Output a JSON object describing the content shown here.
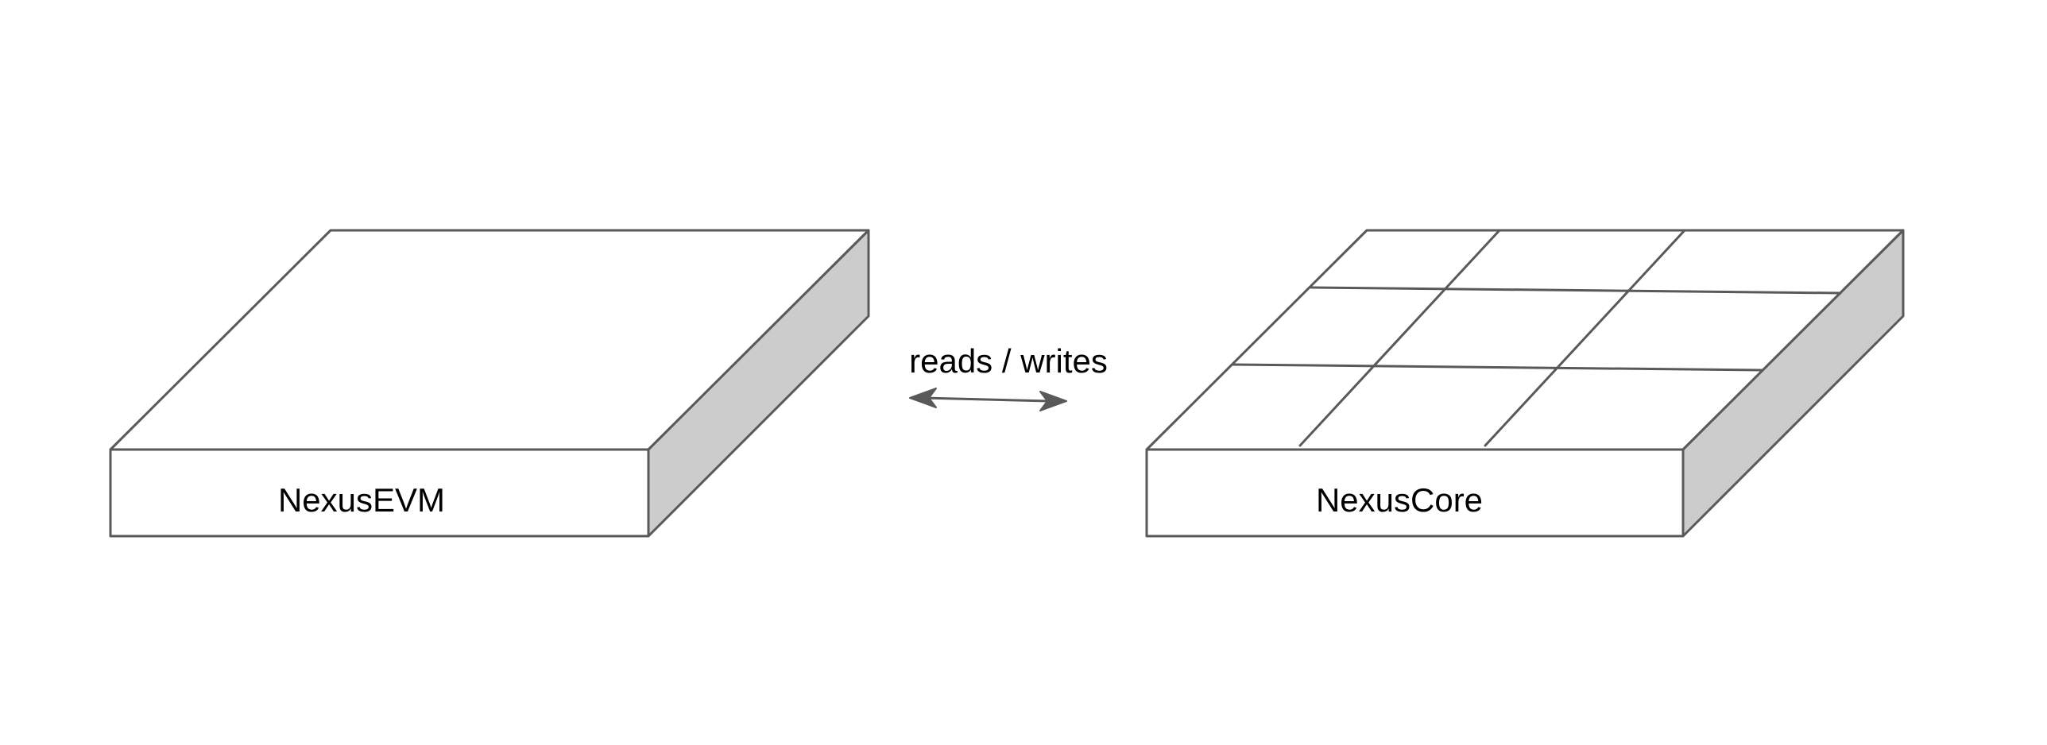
{
  "diagram": {
    "left_block": {
      "label": "NexusEVM"
    },
    "right_block": {
      "label": "NexusCore",
      "grid": "3x3"
    },
    "connector": {
      "label": "reads / writes",
      "direction": "bidirectional"
    }
  },
  "colors": {
    "stroke": "#595959",
    "side_face": "#cccccc",
    "face": "#ffffff",
    "text": "#000000"
  }
}
